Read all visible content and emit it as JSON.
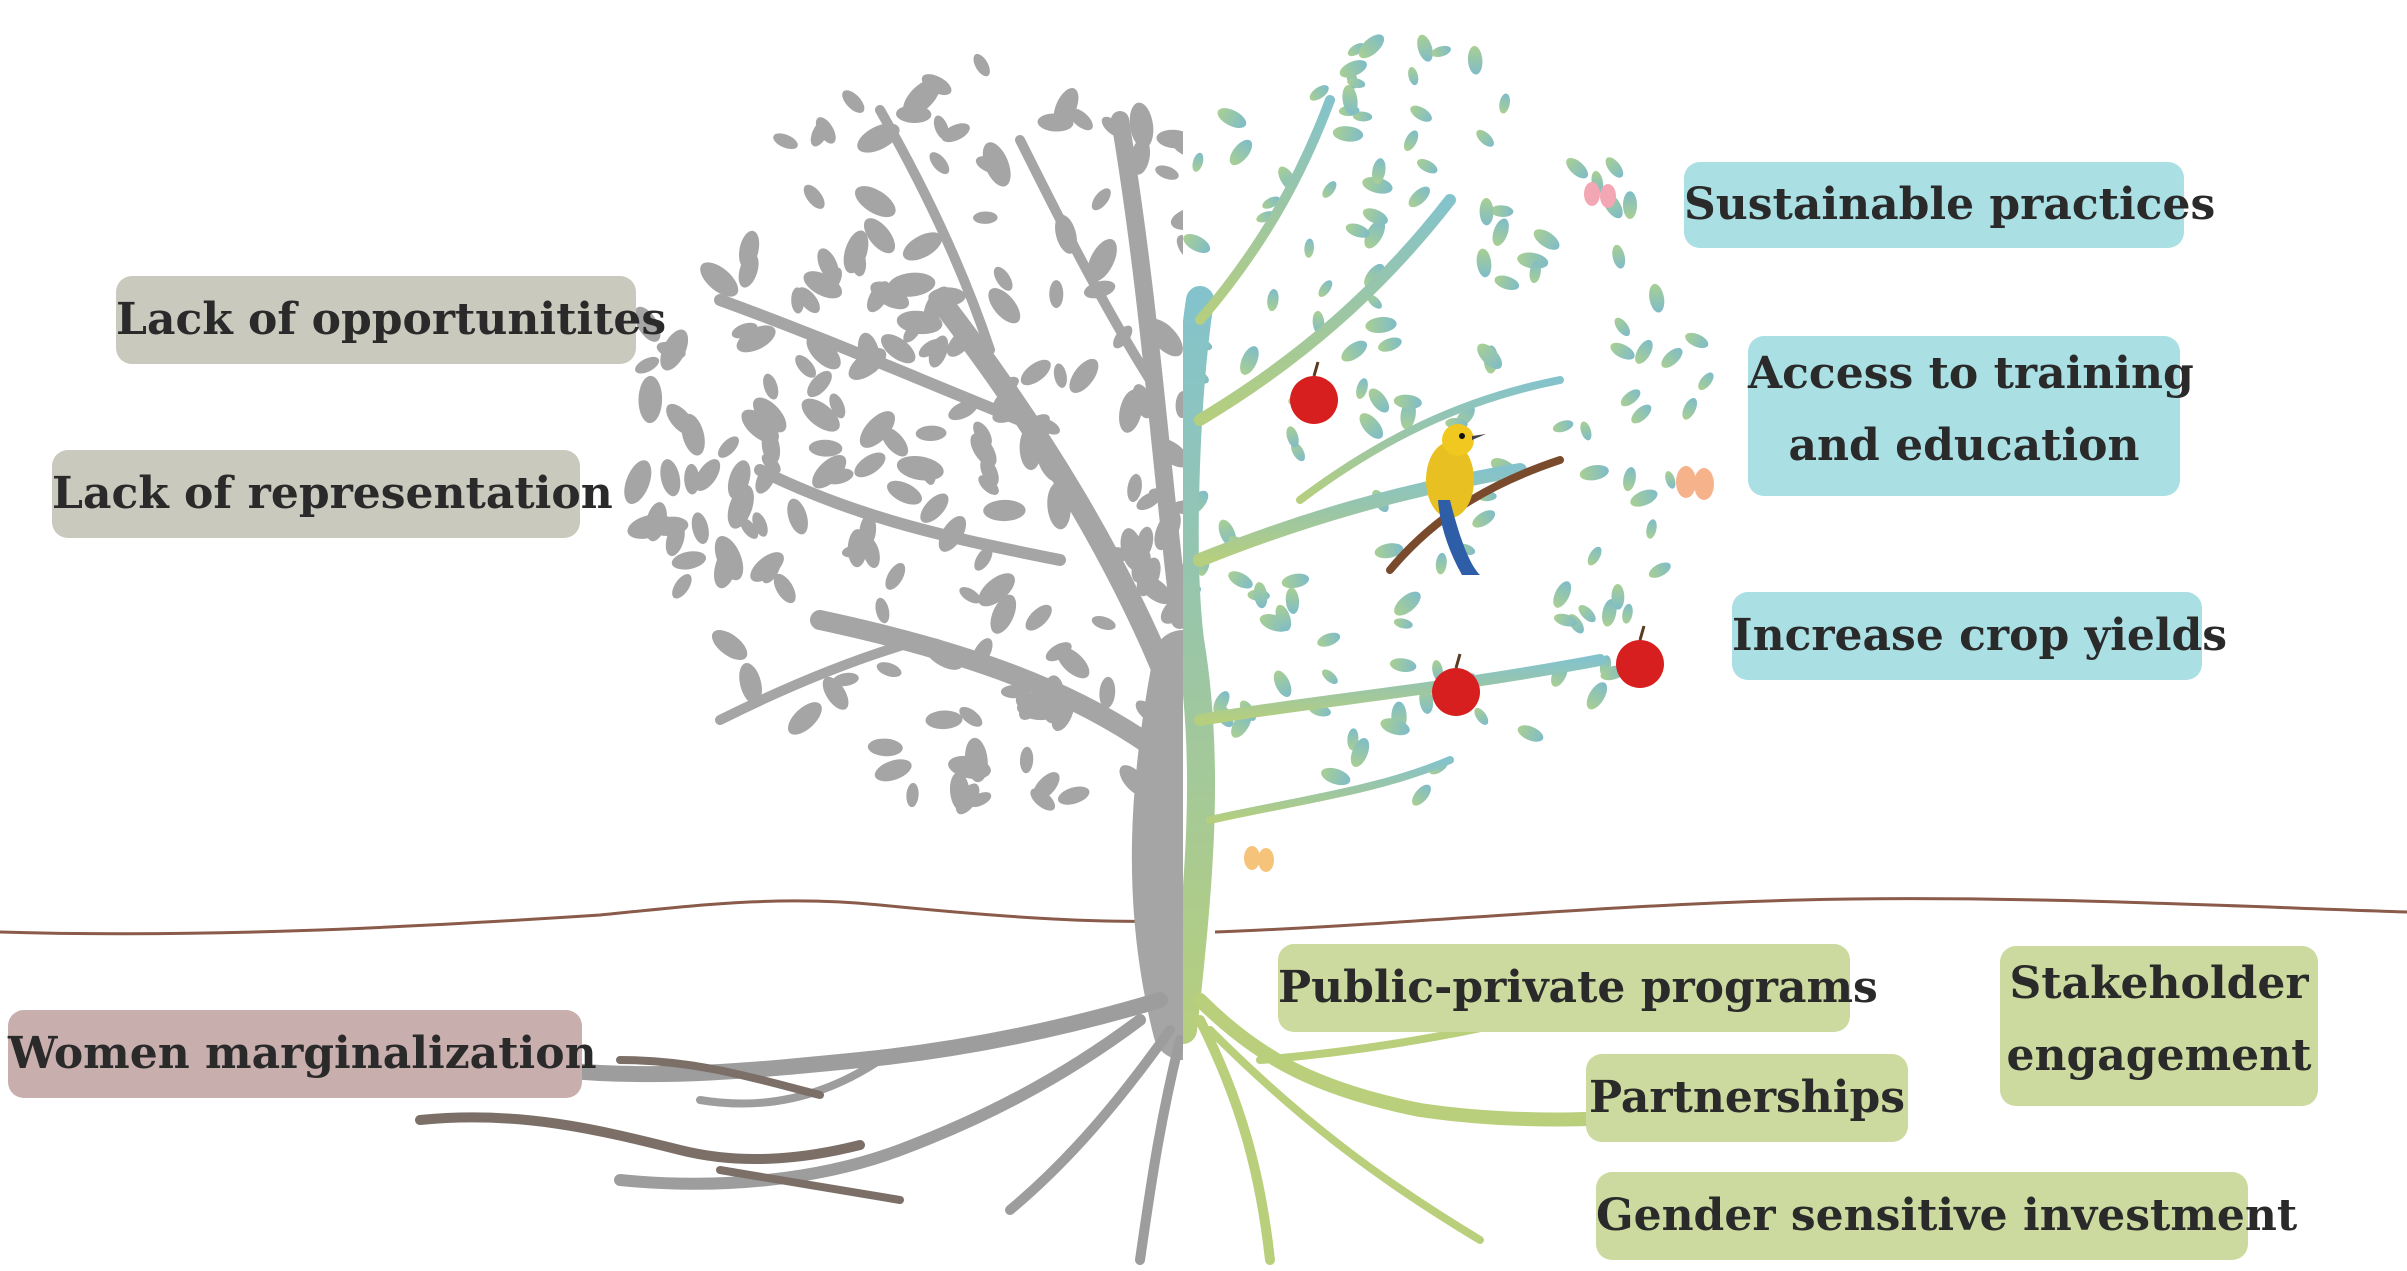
{
  "challenges": {
    "opportunities": "Lack of opportunitites",
    "representation": "Lack of representation",
    "marginalization": "Women marginalization"
  },
  "outcomes": {
    "sustainable": "Sustainable practices",
    "access_line1": "Access to training",
    "access_line2": "and education",
    "yields": "Increase crop yields"
  },
  "roots": {
    "programs": "Public-private programs",
    "partnerships": "Partnerships",
    "stakeholder_line1": "Stakeholder",
    "stakeholder_line2": "engagement",
    "investment": "Gender sensitive investment"
  },
  "colors": {
    "grey_label": "#c9c9bd",
    "rose_label": "#c9aeae",
    "cyan_label": "#aadfe4",
    "olive_label": "#ccda9f",
    "grey_tree": "#a5a5a5",
    "teal_leaf": "#8fc2b8",
    "ground_line": "#8a5a4a",
    "apple": "#d81f1f"
  }
}
